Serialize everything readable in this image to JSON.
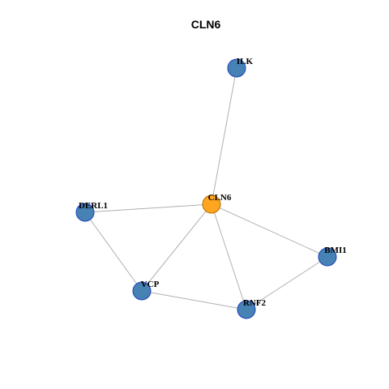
{
  "title": "CLN6",
  "colors": {
    "center_fill": "#FFA520",
    "center_stroke": "#B36B00",
    "neighbor_fill": "#4682B4",
    "neighbor_stroke": "#1F3FBF",
    "edge": "#B0B0B0"
  },
  "nodes": [
    {
      "id": "CLN6",
      "label": "CLN6",
      "role": "center"
    },
    {
      "id": "ILK",
      "label": "ILK",
      "role": "neighbor"
    },
    {
      "id": "DERL1",
      "label": "DERL1",
      "role": "neighbor"
    },
    {
      "id": "VCP",
      "label": "VCP",
      "role": "neighbor"
    },
    {
      "id": "RNF2",
      "label": "RNF2",
      "role": "neighbor"
    },
    {
      "id": "BMI1",
      "label": "BMI1",
      "role": "neighbor"
    }
  ],
  "edges": [
    [
      "CLN6",
      "ILK"
    ],
    [
      "CLN6",
      "DERL1"
    ],
    [
      "CLN6",
      "VCP"
    ],
    [
      "CLN6",
      "RNF2"
    ],
    [
      "CLN6",
      "BMI1"
    ],
    [
      "DERL1",
      "VCP"
    ],
    [
      "VCP",
      "RNF2"
    ],
    [
      "RNF2",
      "BMI1"
    ]
  ]
}
